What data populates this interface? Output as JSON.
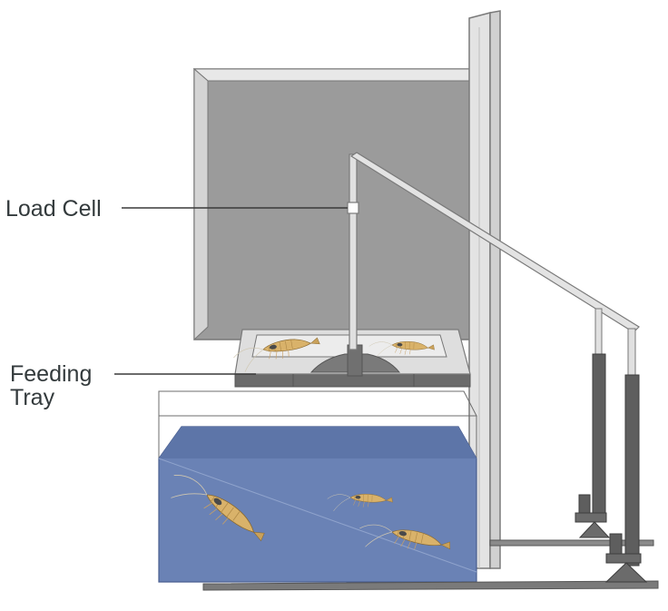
{
  "labels": {
    "load_cell": "Load Cell",
    "feeding_tray_line1": "Feeding",
    "feeding_tray_line2": "Tray"
  },
  "colors": {
    "backboard": "#9b9b9b",
    "frame": "#e6e6e6",
    "water": "#6a82b5",
    "tray": "#dedede",
    "tray_base": "#6b6b6b",
    "cylinder": "#5e5e5e",
    "text": "#333a3c"
  }
}
